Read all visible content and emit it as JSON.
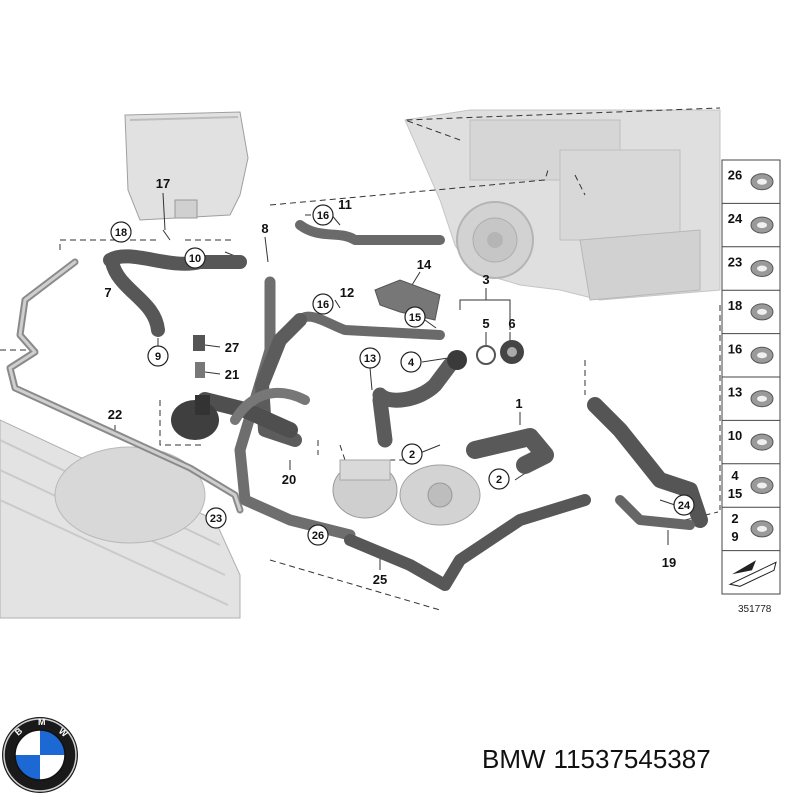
{
  "diagram": {
    "document_number": "351778",
    "callouts_plain": [
      {
        "id": "1",
        "text": "1"
      },
      {
        "id": "3",
        "text": "3"
      },
      {
        "id": "5",
        "text": "5"
      },
      {
        "id": "6",
        "text": "6"
      },
      {
        "id": "7",
        "text": "7"
      },
      {
        "id": "8",
        "text": "8"
      },
      {
        "id": "11",
        "text": "11"
      },
      {
        "id": "12",
        "text": "12"
      },
      {
        "id": "14",
        "text": "14"
      },
      {
        "id": "17",
        "text": "17"
      },
      {
        "id": "19",
        "text": "19"
      },
      {
        "id": "20",
        "text": "20"
      },
      {
        "id": "21",
        "text": "21"
      },
      {
        "id": "22",
        "text": "22"
      },
      {
        "id": "25",
        "text": "25"
      },
      {
        "id": "27",
        "text": "27"
      }
    ],
    "callouts_circled": [
      {
        "id": "18",
        "text": "18"
      },
      {
        "id": "10",
        "text": "10"
      },
      {
        "id": "16a",
        "text": "16"
      },
      {
        "id": "16b",
        "text": "16"
      },
      {
        "id": "15",
        "text": "15"
      },
      {
        "id": "9",
        "text": "9"
      },
      {
        "id": "4",
        "text": "4"
      },
      {
        "id": "13",
        "text": "13"
      },
      {
        "id": "2a",
        "text": "2"
      },
      {
        "id": "2b",
        "text": "2"
      },
      {
        "id": "26",
        "text": "26"
      },
      {
        "id": "23",
        "text": "23"
      },
      {
        "id": "24",
        "text": "24"
      }
    ],
    "side_legend": [
      {
        "labels": [
          "26"
        ]
      },
      {
        "labels": [
          "24"
        ]
      },
      {
        "labels": [
          "23"
        ]
      },
      {
        "labels": [
          "18"
        ]
      },
      {
        "labels": [
          "16"
        ]
      },
      {
        "labels": [
          "13"
        ]
      },
      {
        "labels": [
          "10"
        ]
      },
      {
        "labels": [
          "4",
          "15"
        ]
      },
      {
        "labels": [
          "2",
          "9"
        ]
      },
      {
        "labels": []
      }
    ]
  },
  "brand": "BMW",
  "part_number": "11537545387",
  "colors": {
    "hose": "#5f5f5f",
    "hose_light": "#9a9a9a",
    "engine": "#d6d6d6",
    "radiator": "#dcdcdc",
    "bmw_blue": "#1c69d4",
    "bmw_black": "#1a1a1a"
  }
}
